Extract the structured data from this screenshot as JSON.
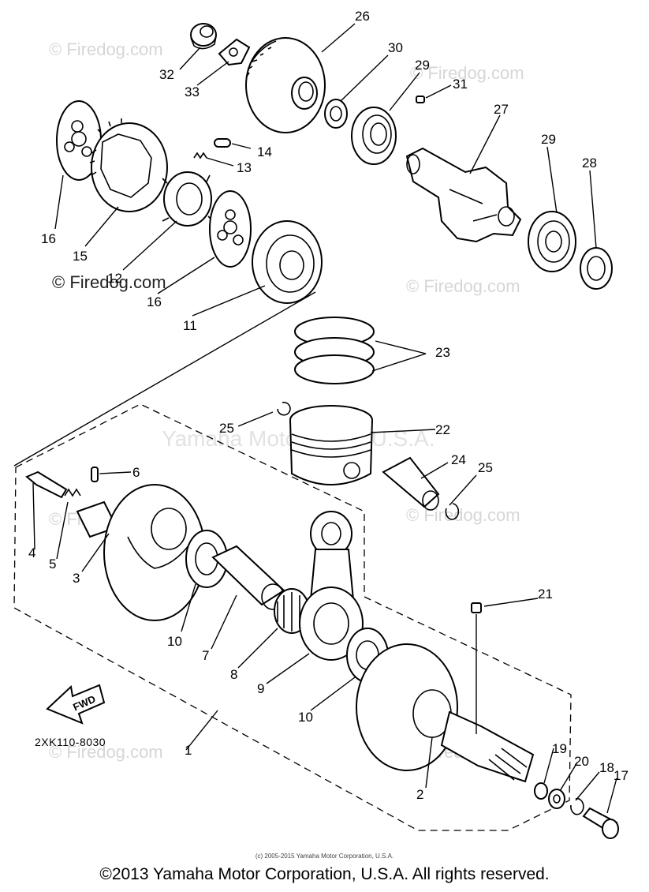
{
  "watermarks": [
    "© Firedog.com",
    "© Firedog.com",
    "© Firedog.com",
    "© Firedog.com",
    "© Firedog.com",
    "© Firedog.com",
    "© Firedog.com",
    "© Firedog.com"
  ],
  "center_watermark": "Yamaha Motor Corp, U.S.A.",
  "diagram_code": "2XK110-8030",
  "fwd_label": "FWD",
  "small_note": "(c) 2005-2015 Yamaha Motor Corporation, U.S.A.",
  "copyright": "©2013 Yamaha Motor Corporation, U.S.A. All rights reserved.",
  "callouts": [
    "1",
    "2",
    "3",
    "4",
    "5",
    "6",
    "7",
    "8",
    "9",
    "10",
    "10",
    "11",
    "12",
    "13",
    "14",
    "15",
    "16",
    "16",
    "17",
    "18",
    "19",
    "20",
    "21",
    "22",
    "23",
    "24",
    "25",
    "25",
    "26",
    "27",
    "28",
    "29",
    "29",
    "30",
    "31",
    "32",
    "33"
  ]
}
